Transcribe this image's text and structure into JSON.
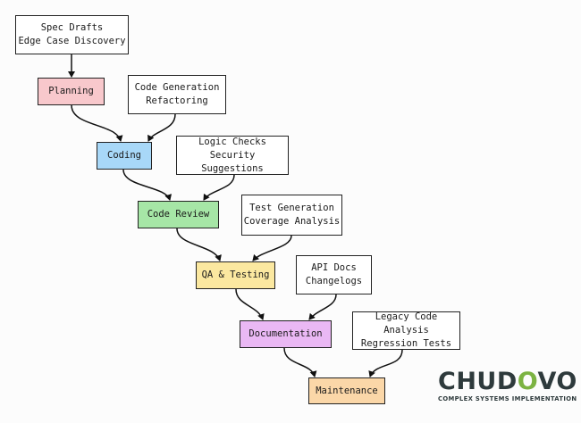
{
  "stages": [
    {
      "label": "Planning",
      "color": "#f8c8cc"
    },
    {
      "label": "Coding",
      "color": "#a8d8f8"
    },
    {
      "label": "Code Review",
      "color": "#a6e6a6"
    },
    {
      "label": "QA & Testing",
      "color": "#fbe8a0"
    },
    {
      "label": "Documentation",
      "color": "#eab8f4"
    },
    {
      "label": "Maintenance",
      "color": "#fbd7a8"
    }
  ],
  "notes": [
    {
      "line1": "Spec Drafts",
      "line2": "Edge Case Discovery"
    },
    {
      "line1": "Code Generation",
      "line2": "Refactoring"
    },
    {
      "line1": "Logic Checks",
      "line2": "Security Suggestions"
    },
    {
      "line1": "Test Generation",
      "line2": "Coverage Analysis"
    },
    {
      "line1": "API Docs",
      "line2": "Changelogs"
    },
    {
      "line1": "Legacy Code Analysis",
      "line2": "Regression Tests"
    }
  ],
  "logo": {
    "word_part1": "CHUD",
    "word_o": "O",
    "word_part2": "VO",
    "tagline": "COMPLEX SYSTEMS IMPLEMENTATION"
  }
}
